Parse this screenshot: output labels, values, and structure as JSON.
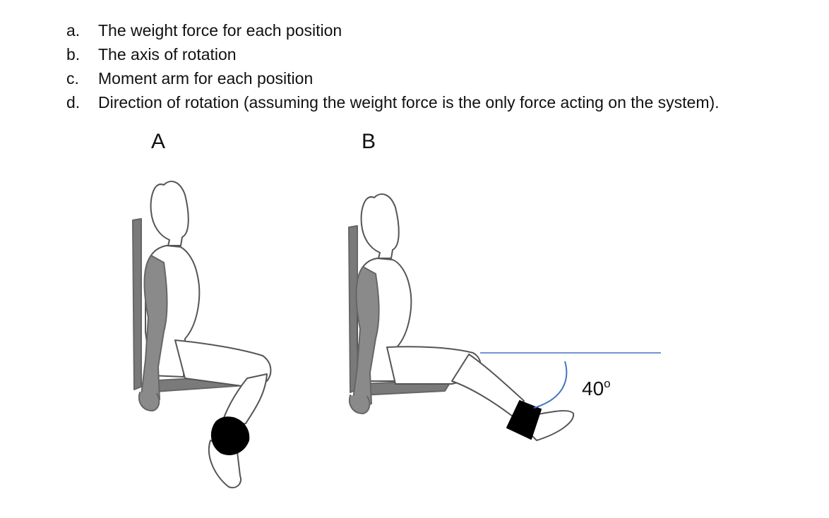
{
  "questions": [
    {
      "letter": "a.",
      "text": "The weight force for each position"
    },
    {
      "letter": "b.",
      "text": "The axis of rotation"
    },
    {
      "letter": "c.",
      "text": "Moment arm for each position"
    },
    {
      "letter": "d.",
      "text": "Direction of rotation (assuming the weight force is the only force acting on the system)."
    }
  ],
  "figures": {
    "a_label": "A",
    "b_label": "B"
  },
  "angle": {
    "value": "40",
    "unit": "o"
  },
  "colors": {
    "angle_line": "#4472c4",
    "chair": "#7a7a7a",
    "weight": "#000000"
  }
}
